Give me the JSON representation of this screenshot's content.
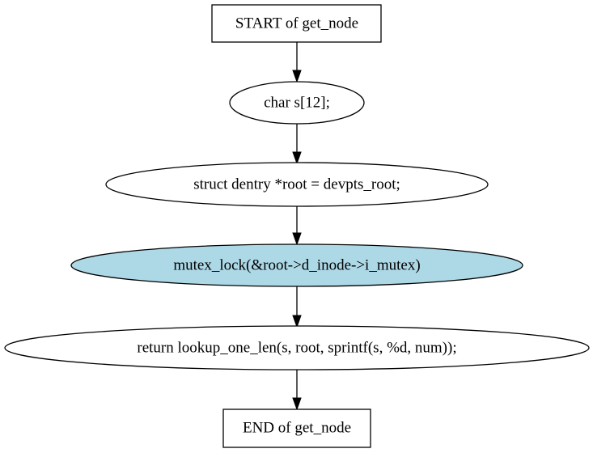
{
  "diagram": {
    "nodes": [
      {
        "id": "start",
        "shape": "box",
        "label": "START of get_node",
        "fill": "#ffffff"
      },
      {
        "id": "n1",
        "shape": "ellipse",
        "label": "char s[12];",
        "fill": "#ffffff"
      },
      {
        "id": "n2",
        "shape": "ellipse",
        "label": "struct dentry *root = devpts_root;",
        "fill": "#ffffff"
      },
      {
        "id": "n3",
        "shape": "ellipse",
        "label": "mutex_lock(&root->d_inode->i_mutex)",
        "fill": "#add8e6"
      },
      {
        "id": "n4",
        "shape": "ellipse",
        "label": "return lookup_one_len(s, root, sprintf(s, %d, num));",
        "fill": "#ffffff"
      },
      {
        "id": "end",
        "shape": "box",
        "label": "END of get_node",
        "fill": "#ffffff"
      }
    ],
    "edges": [
      {
        "from": "start",
        "to": "n1"
      },
      {
        "from": "n1",
        "to": "n2"
      },
      {
        "from": "n2",
        "to": "n3"
      },
      {
        "from": "n3",
        "to": "n4"
      },
      {
        "from": "n4",
        "to": "end"
      }
    ]
  }
}
